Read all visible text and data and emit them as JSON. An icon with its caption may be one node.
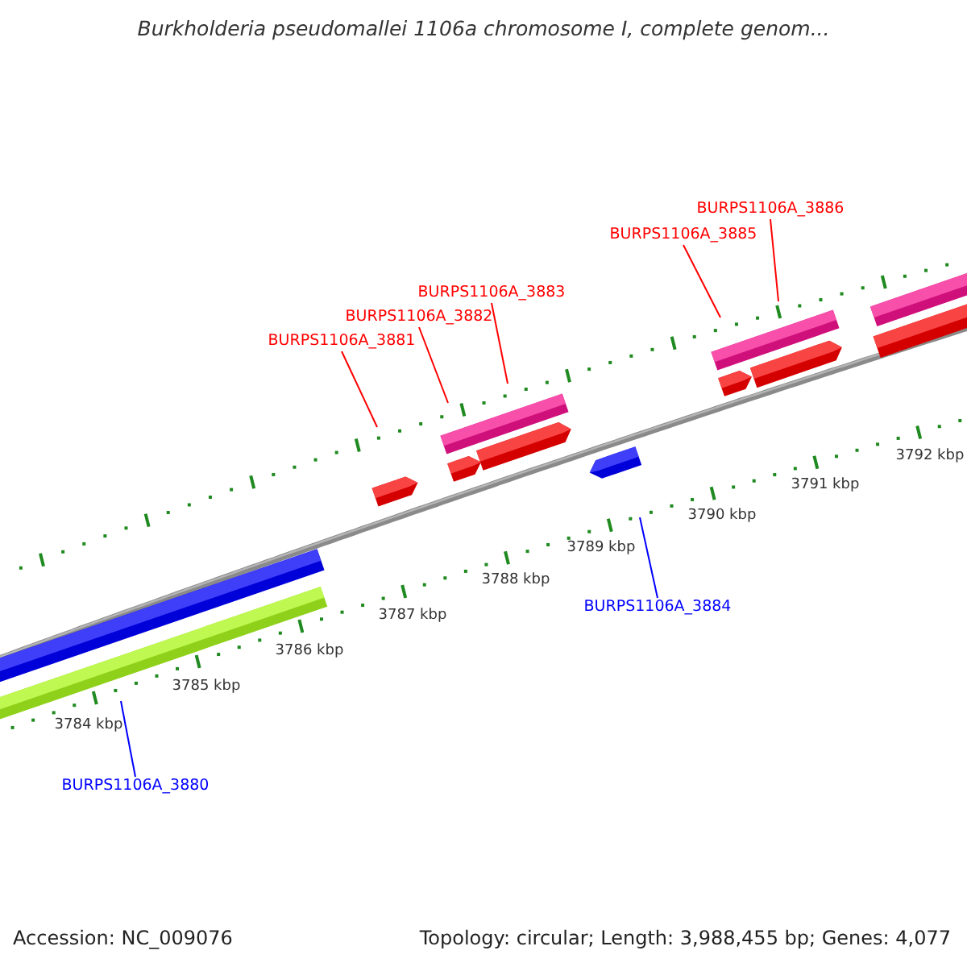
{
  "diagram": {
    "title": "Burkholderia pseudomallei 1106a chromosome I, complete genom...",
    "nodes": [
      {
        "text": [
          "BURPS1106A_3886"
        ]
      },
      {
        "text": [
          "BURPS1106A_3885"
        ]
      },
      {
        "text": [
          "BURPS1106A_3883"
        ]
      },
      {
        "text": [
          "BURPS1106A_3882"
        ]
      },
      {
        "text": [
          "BURPS1106A_3881"
        ]
      },
      {
        "text": [
          "BURPS1106A_3884"
        ]
      },
      {
        "text": [
          "BURPS1106A_3880"
        ]
      }
    ],
    "edges": [
      {
        "from": 0,
        "to": null,
        "arrow": "none"
      },
      {
        "from": 1,
        "to": null,
        "arrow": "none"
      },
      {
        "from": 2,
        "to": null,
        "arrow": "none"
      },
      {
        "from": 3,
        "to": null,
        "arrow": "none"
      },
      {
        "from": 4,
        "to": null,
        "arrow": "none"
      },
      {
        "from": 5,
        "to": null,
        "arrow": "none",
        "color": "#0000ff"
      },
      {
        "from": 6,
        "to": null,
        "arrow": "none",
        "color": "#0000ff"
      }
    ],
    "labels": [
      "3792 kbp",
      "3791 kbp",
      "3790 kbp",
      "3789 kbp",
      "3788 kbp",
      "3787 kbp",
      "3786 kbp",
      "3785 kbp",
      "3784 kbp",
      "Accession: NC_009076",
      "Topology: circular; Length: 3,988,455 bp; Genes: 4,077"
    ]
  }
}
